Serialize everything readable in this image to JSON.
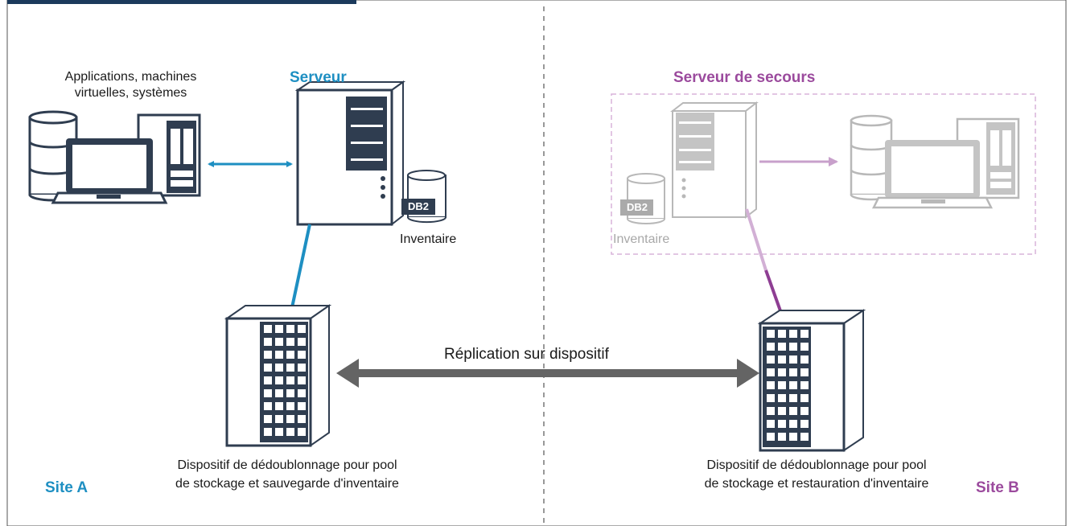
{
  "colors": {
    "blue": "#1e8fc2",
    "purple": "#9b4a9d",
    "header_navy": "#1b3a5c",
    "arrow_gray": "#646464",
    "server_dark": "#2f3d50"
  },
  "site_a": {
    "clients_label_line1": "Applications, machines",
    "clients_label_line2": "virtuelles, systèmes",
    "server_label": "Serveur",
    "db_badge": "DB2",
    "db_label": "Inventaire",
    "device_label_line1": "Dispositif de dédoublonnage pour pool",
    "device_label_line2": "de stockage et sauvegarde d'inventaire",
    "site_label": "Site A"
  },
  "site_b": {
    "server_label": "Serveur de secours",
    "db_badge": "DB2",
    "db_label": "Inventaire",
    "device_label_line1": "Dispositif de dédoublonnage pour pool",
    "device_label_line2": "de stockage et restauration d'inventaire",
    "site_label": "Site B"
  },
  "replication_label": "Réplication sur dispositif"
}
